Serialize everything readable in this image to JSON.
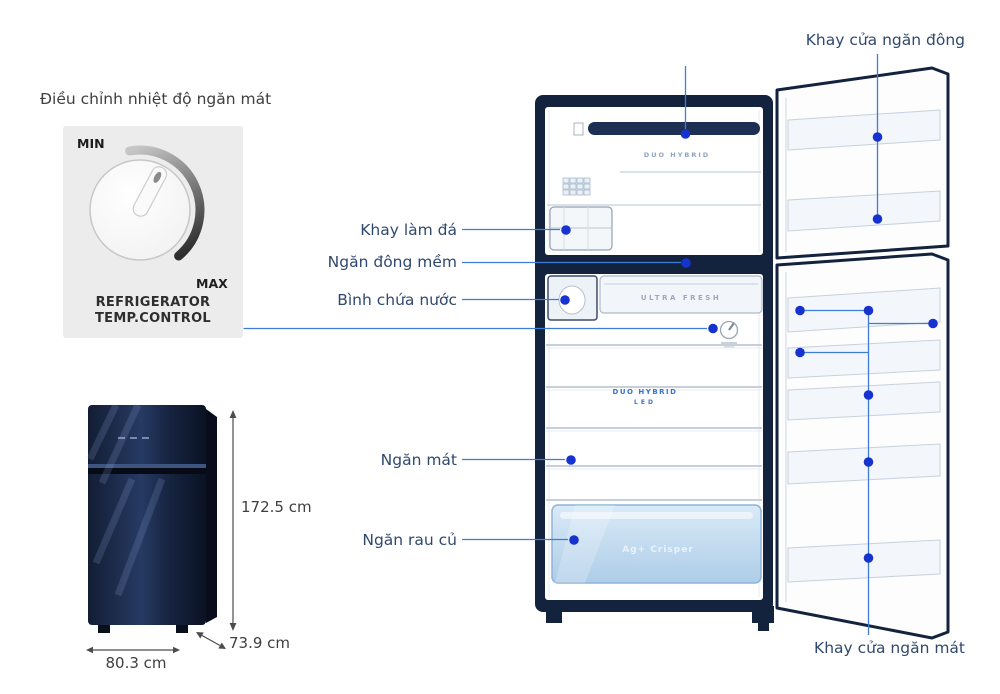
{
  "temp_control": {
    "title": "Điều chỉnh nhiệt độ ngăn mát",
    "min_label": "MIN",
    "max_label": "MAX",
    "caption_line1": "REFRIGERATOR",
    "caption_line2": "TEMP.CONTROL"
  },
  "product": {
    "height": "172.5 cm",
    "depth": "73.9 cm",
    "width": "80.3 cm"
  },
  "callouts": {
    "freezer_door_tray": "Khay cửa ngăn đông",
    "ice_tray": "Khay làm đá",
    "soft_freezer": "Ngăn đông mềm",
    "water_tank": "Bình chứa nước",
    "cool_compartment": "Ngăn mát",
    "vegetable_drawer": "Ngăn rau củ",
    "cooler_door_tray": "Khay cửa ngăn mát"
  },
  "fridge_labels": {
    "duo_hybrid": "DUO HYBRID",
    "ultra_fresh": "ULTRA FRESH",
    "led": "LED",
    "crisper": "Ag+ Crisper"
  },
  "colors": {
    "callout_text": "#30496f",
    "callout_line": "#3f7cd4",
    "callout_dot": "#1733cf",
    "cabinet": "#13223d",
    "dimension_text": "#3f3f3f"
  }
}
